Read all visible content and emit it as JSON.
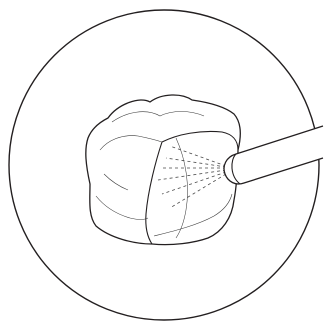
{
  "colors": {
    "background": "#ffffff",
    "outline": "#231f20",
    "thin_line": "#3a3a3a",
    "spray": "#4a4a4a"
  },
  "icons": {
    "frame": "circle-frame",
    "tooth": "tooth-crown",
    "instrument": "air-water-syringe-tip",
    "spray": "spray-lines"
  }
}
